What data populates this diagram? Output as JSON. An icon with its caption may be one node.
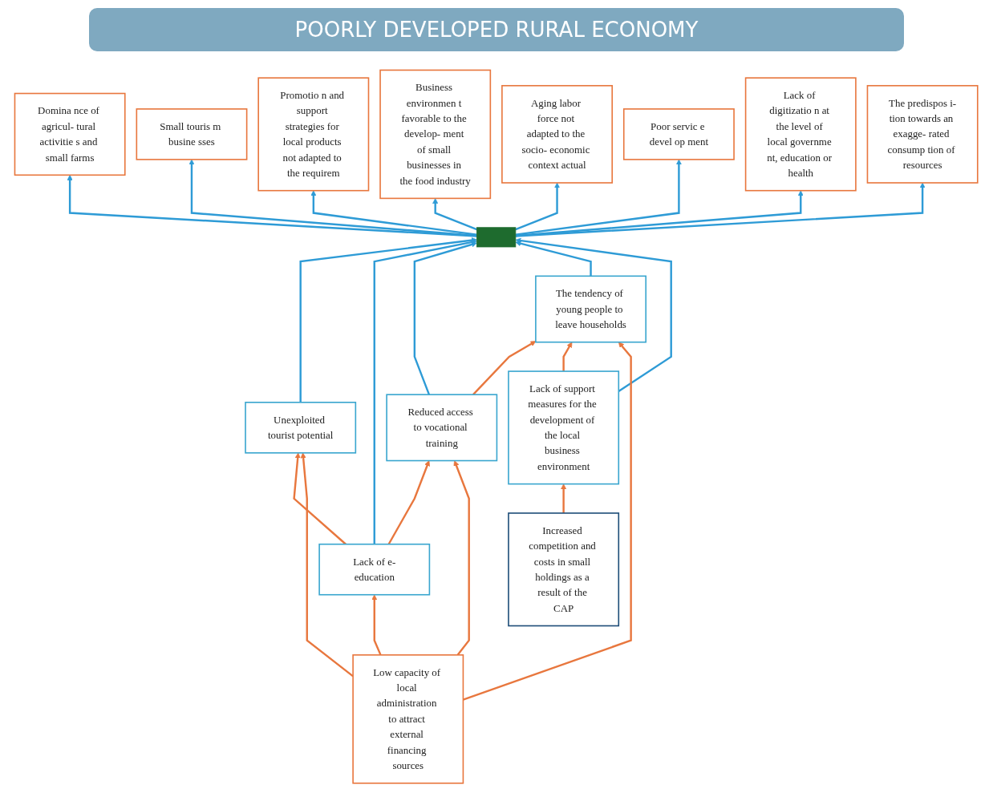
{
  "diagram": {
    "title": "POORLY DEVELOPED RURAL ECONOMY",
    "nodes": [
      {
        "text": [
          "Domina nce of agricul- tural activitie s and small farms"
        ]
      },
      {
        "text": [
          "Small touris m busine sses"
        ]
      },
      {
        "text": [
          "Promotio n and support strategies for local products not adapted to the requirem"
        ]
      },
      {
        "text": [
          "Business environmen t favorable to the develop- ment of small businesses in the food industry"
        ]
      },
      {
        "text": [
          "Aging labor force not adapted to the socio- economic context actual"
        ]
      },
      {
        "text": [
          "Poor servic e devel op ment"
        ]
      },
      {
        "text": [
          "Lack of digitizatio n at the level of local governme nt, education or health"
        ]
      },
      {
        "text": [
          "The predispos i-tion towards an exagge- rated consump tion of resources"
        ]
      },
      {
        "text": [],
        "shape": "bar"
      },
      {
        "text": [
          "Unexploited tourist potential"
        ]
      },
      {
        "text": [
          "Lack of e-education"
        ]
      },
      {
        "text": [
          "Reduced access to vocational training"
        ]
      },
      {
        "text": [
          "The tendency of young people to leave households"
        ]
      },
      {
        "text": [
          "Lack of support measures for the development of the local business environment"
        ]
      },
      {
        "text": [
          "Low capacity of local administration to attract external financing sources"
        ]
      },
      {
        "text": [
          "Increased competition and costs in small holdings as a result of the CAP"
        ]
      }
    ],
    "edges": [
      {
        "from": 8,
        "to": 0,
        "arrow": "to"
      },
      {
        "from": 8,
        "to": 1,
        "arrow": "to"
      },
      {
        "from": 8,
        "to": 2,
        "arrow": "to"
      },
      {
        "from": 8,
        "to": 3,
        "arrow": "to"
      },
      {
        "from": 8,
        "to": 4,
        "arrow": "to"
      },
      {
        "from": 8,
        "to": 5,
        "arrow": "to"
      },
      {
        "from": 8,
        "to": 6,
        "arrow": "to"
      },
      {
        "from": 8,
        "to": 7,
        "arrow": "to"
      },
      {
        "from": 9,
        "to": 8,
        "arrow": "to"
      },
      {
        "from": 10,
        "to": 8,
        "arrow": "to"
      },
      {
        "from": 11,
        "to": 8,
        "arrow": "to"
      },
      {
        "from": 12,
        "to": 8,
        "arrow": "to"
      },
      {
        "from": 13,
        "to": 8,
        "arrow": "to"
      },
      {
        "from": 10,
        "to": 9,
        "arrow": "to",
        "color": "#e8773e"
      },
      {
        "from": 10,
        "to": 11,
        "arrow": "to",
        "color": "#e8773e"
      },
      {
        "from": 11,
        "to": 12,
        "arrow": "to",
        "color": "#e8773e"
      },
      {
        "from": 13,
        "to": 12,
        "arrow": "to",
        "color": "#e8773e"
      },
      {
        "from": 15,
        "to": 13,
        "arrow": "to",
        "color": "#e8773e"
      },
      {
        "from": 14,
        "to": 9,
        "arrow": "to",
        "color": "#e8773e"
      },
      {
        "from": 14,
        "to": 10,
        "arrow": "to",
        "color": "#e8773e"
      },
      {
        "from": 14,
        "to": 11,
        "arrow": "to",
        "color": "#e8773e"
      },
      {
        "from": 14,
        "to": 12,
        "arrow": "to",
        "color": "#e8773e"
      }
    ]
  }
}
